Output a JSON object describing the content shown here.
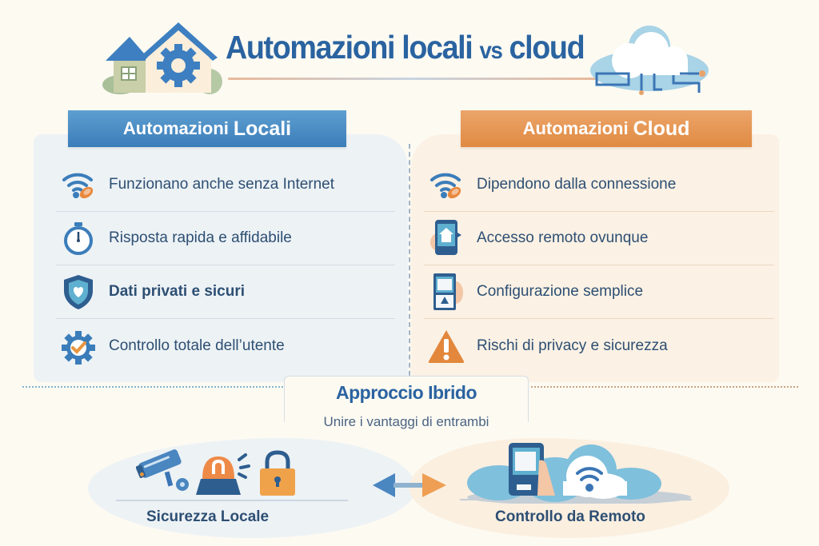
{
  "header": {
    "title_part1": "Automazioni locali",
    "title_vs": "vs",
    "title_part2": "cloud",
    "left_illustration": "house-gear-icon",
    "right_illustration": "cloud-circuit-icon"
  },
  "local": {
    "banner_prefix": "Automazioni",
    "banner_emph": "Locali",
    "color": "#3b7dba",
    "items": [
      {
        "icon": "wifi-offline-icon",
        "label": "Funzionano anche senza Internet",
        "bold": false
      },
      {
        "icon": "stopwatch-icon",
        "label": "Risposta rapida e affidabile",
        "bold": false
      },
      {
        "icon": "shield-heart-icon",
        "label": "Dati privati e sicuri",
        "bold": true
      },
      {
        "icon": "gear-check-icon",
        "label": "Controllo totale dell’utente",
        "bold": false
      }
    ]
  },
  "cloud": {
    "banner_prefix": "Automazioni",
    "banner_emph": "Cloud",
    "color": "#e08a42",
    "items": [
      {
        "icon": "wifi-dependency-icon",
        "label": "Dipendono dalla connessione"
      },
      {
        "icon": "phone-home-icon",
        "label": "Accesso remoto ovunque"
      },
      {
        "icon": "tablet-setup-icon",
        "label": "Configurazione semplice"
      },
      {
        "icon": "warning-triangle-icon",
        "label": "Rischi di privacy e sicurezza"
      }
    ]
  },
  "hybrid": {
    "title": "Approccio Ibrido",
    "subtitle": "Unire i vantaggi di entrambi",
    "left_caption": "Sicurezza Locale",
    "right_caption": "Controllo da Remoto",
    "left_icons": [
      "security-camera-icon",
      "alarm-siren-icon",
      "padlock-icon"
    ],
    "right_icons": [
      "phone-in-hand-icon",
      "cloud-wifi-icon"
    ],
    "connector": "bidirectional-arrow-icon"
  },
  "colors": {
    "background": "#fdfaf2",
    "primary_blue": "#2a63a0",
    "accent_orange": "#e08a42",
    "text": "#2d4f73"
  }
}
